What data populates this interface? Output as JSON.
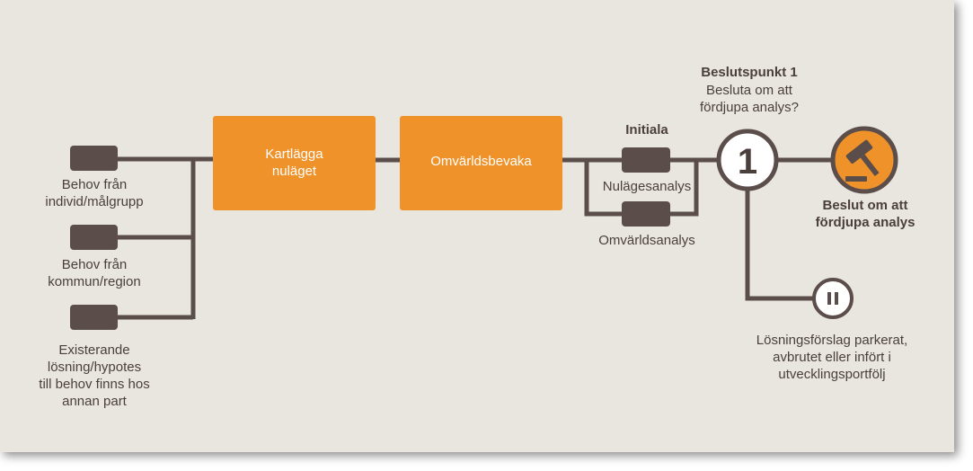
{
  "inputs": [
    {
      "label": "Behov från\nindivid/målgrupp"
    },
    {
      "label": "Behov från\nkommun/region"
    },
    {
      "label": "Existerande\nlösning/hypotes\ntill behov finns hos\nannan part"
    }
  ],
  "steps": [
    {
      "label": "Kartlägga\nnuläget"
    },
    {
      "label": "Omvärldsbevaka"
    }
  ],
  "initial": {
    "title": "Initiala",
    "analyses": [
      "Nulägesanalys",
      "Omvärldsanalys"
    ]
  },
  "decision_point": {
    "number": "1",
    "title": "Beslutspunkt 1",
    "question": "Besluta om att\nfördjupa analys?"
  },
  "decision": {
    "icon": "gavel-icon",
    "label": "Beslut om att\nfördjupa analys"
  },
  "parked": {
    "icon": "pause-icon",
    "label": "Lösningsförslag parkerat,\navbrutet eller infört i\nutvecklingsportfölj"
  },
  "colors": {
    "background": "#e9e5df",
    "line": "#5b4e4a",
    "orange": "#f0922a",
    "text": "#4a3f3b",
    "circle_fill": "#ffffff"
  }
}
